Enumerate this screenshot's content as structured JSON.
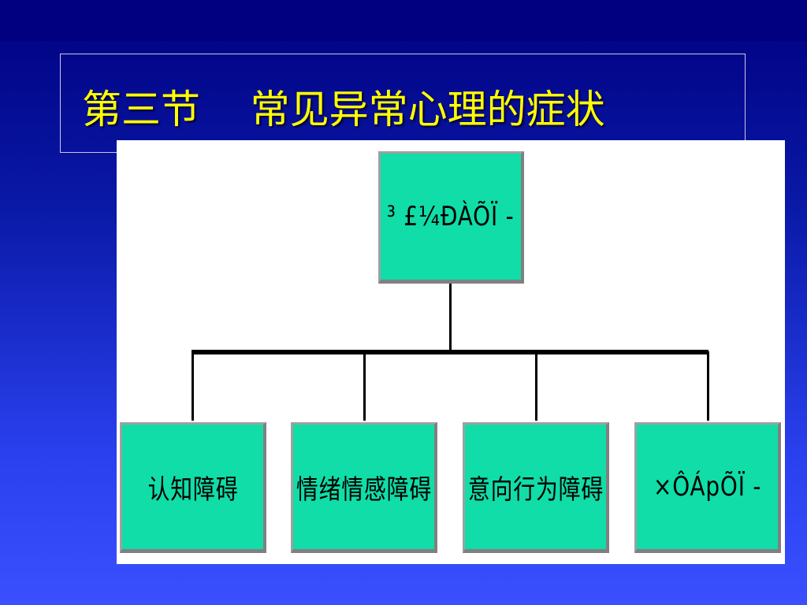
{
  "slide": {
    "title": "第三节    常见异常心理的症状"
  },
  "diagram": {
    "root": "³ £¼ÐÀÕÏ -",
    "children": [
      "认知障碍",
      "情绪情感障碍",
      "意向行为障碍",
      "×ÔÁpÕÏ -"
    ]
  },
  "colors": {
    "background": "#1a2ad0",
    "title": "#ffff00",
    "node_fill": "#10dda8",
    "connector": "#000000"
  }
}
